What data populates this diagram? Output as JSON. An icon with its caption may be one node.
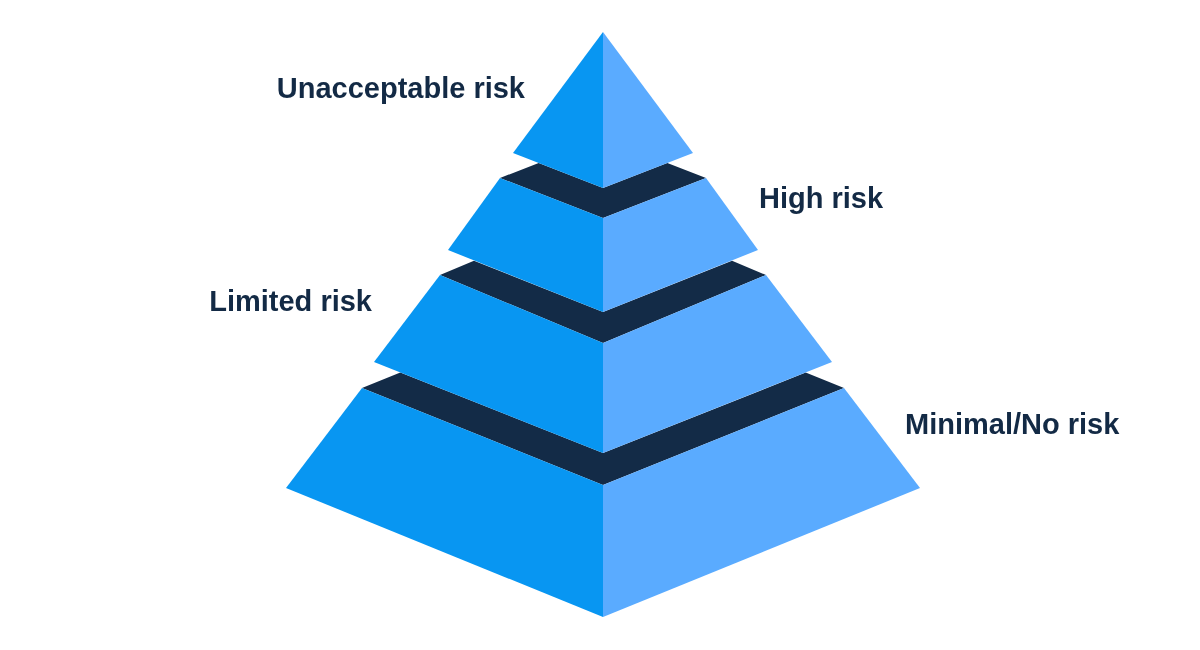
{
  "diagram": {
    "nodes": [
      {
        "text": [],
        "shape": "triangle",
        "beside": [
          "Unacceptable risk"
        ]
      },
      {
        "text": [],
        "shape": "band",
        "beside": [
          "High risk"
        ]
      },
      {
        "text": [],
        "shape": "band",
        "beside": [
          "Limited risk"
        ]
      },
      {
        "text": [],
        "shape": "band",
        "beside": [
          "Minimal/No risk"
        ]
      }
    ]
  }
}
